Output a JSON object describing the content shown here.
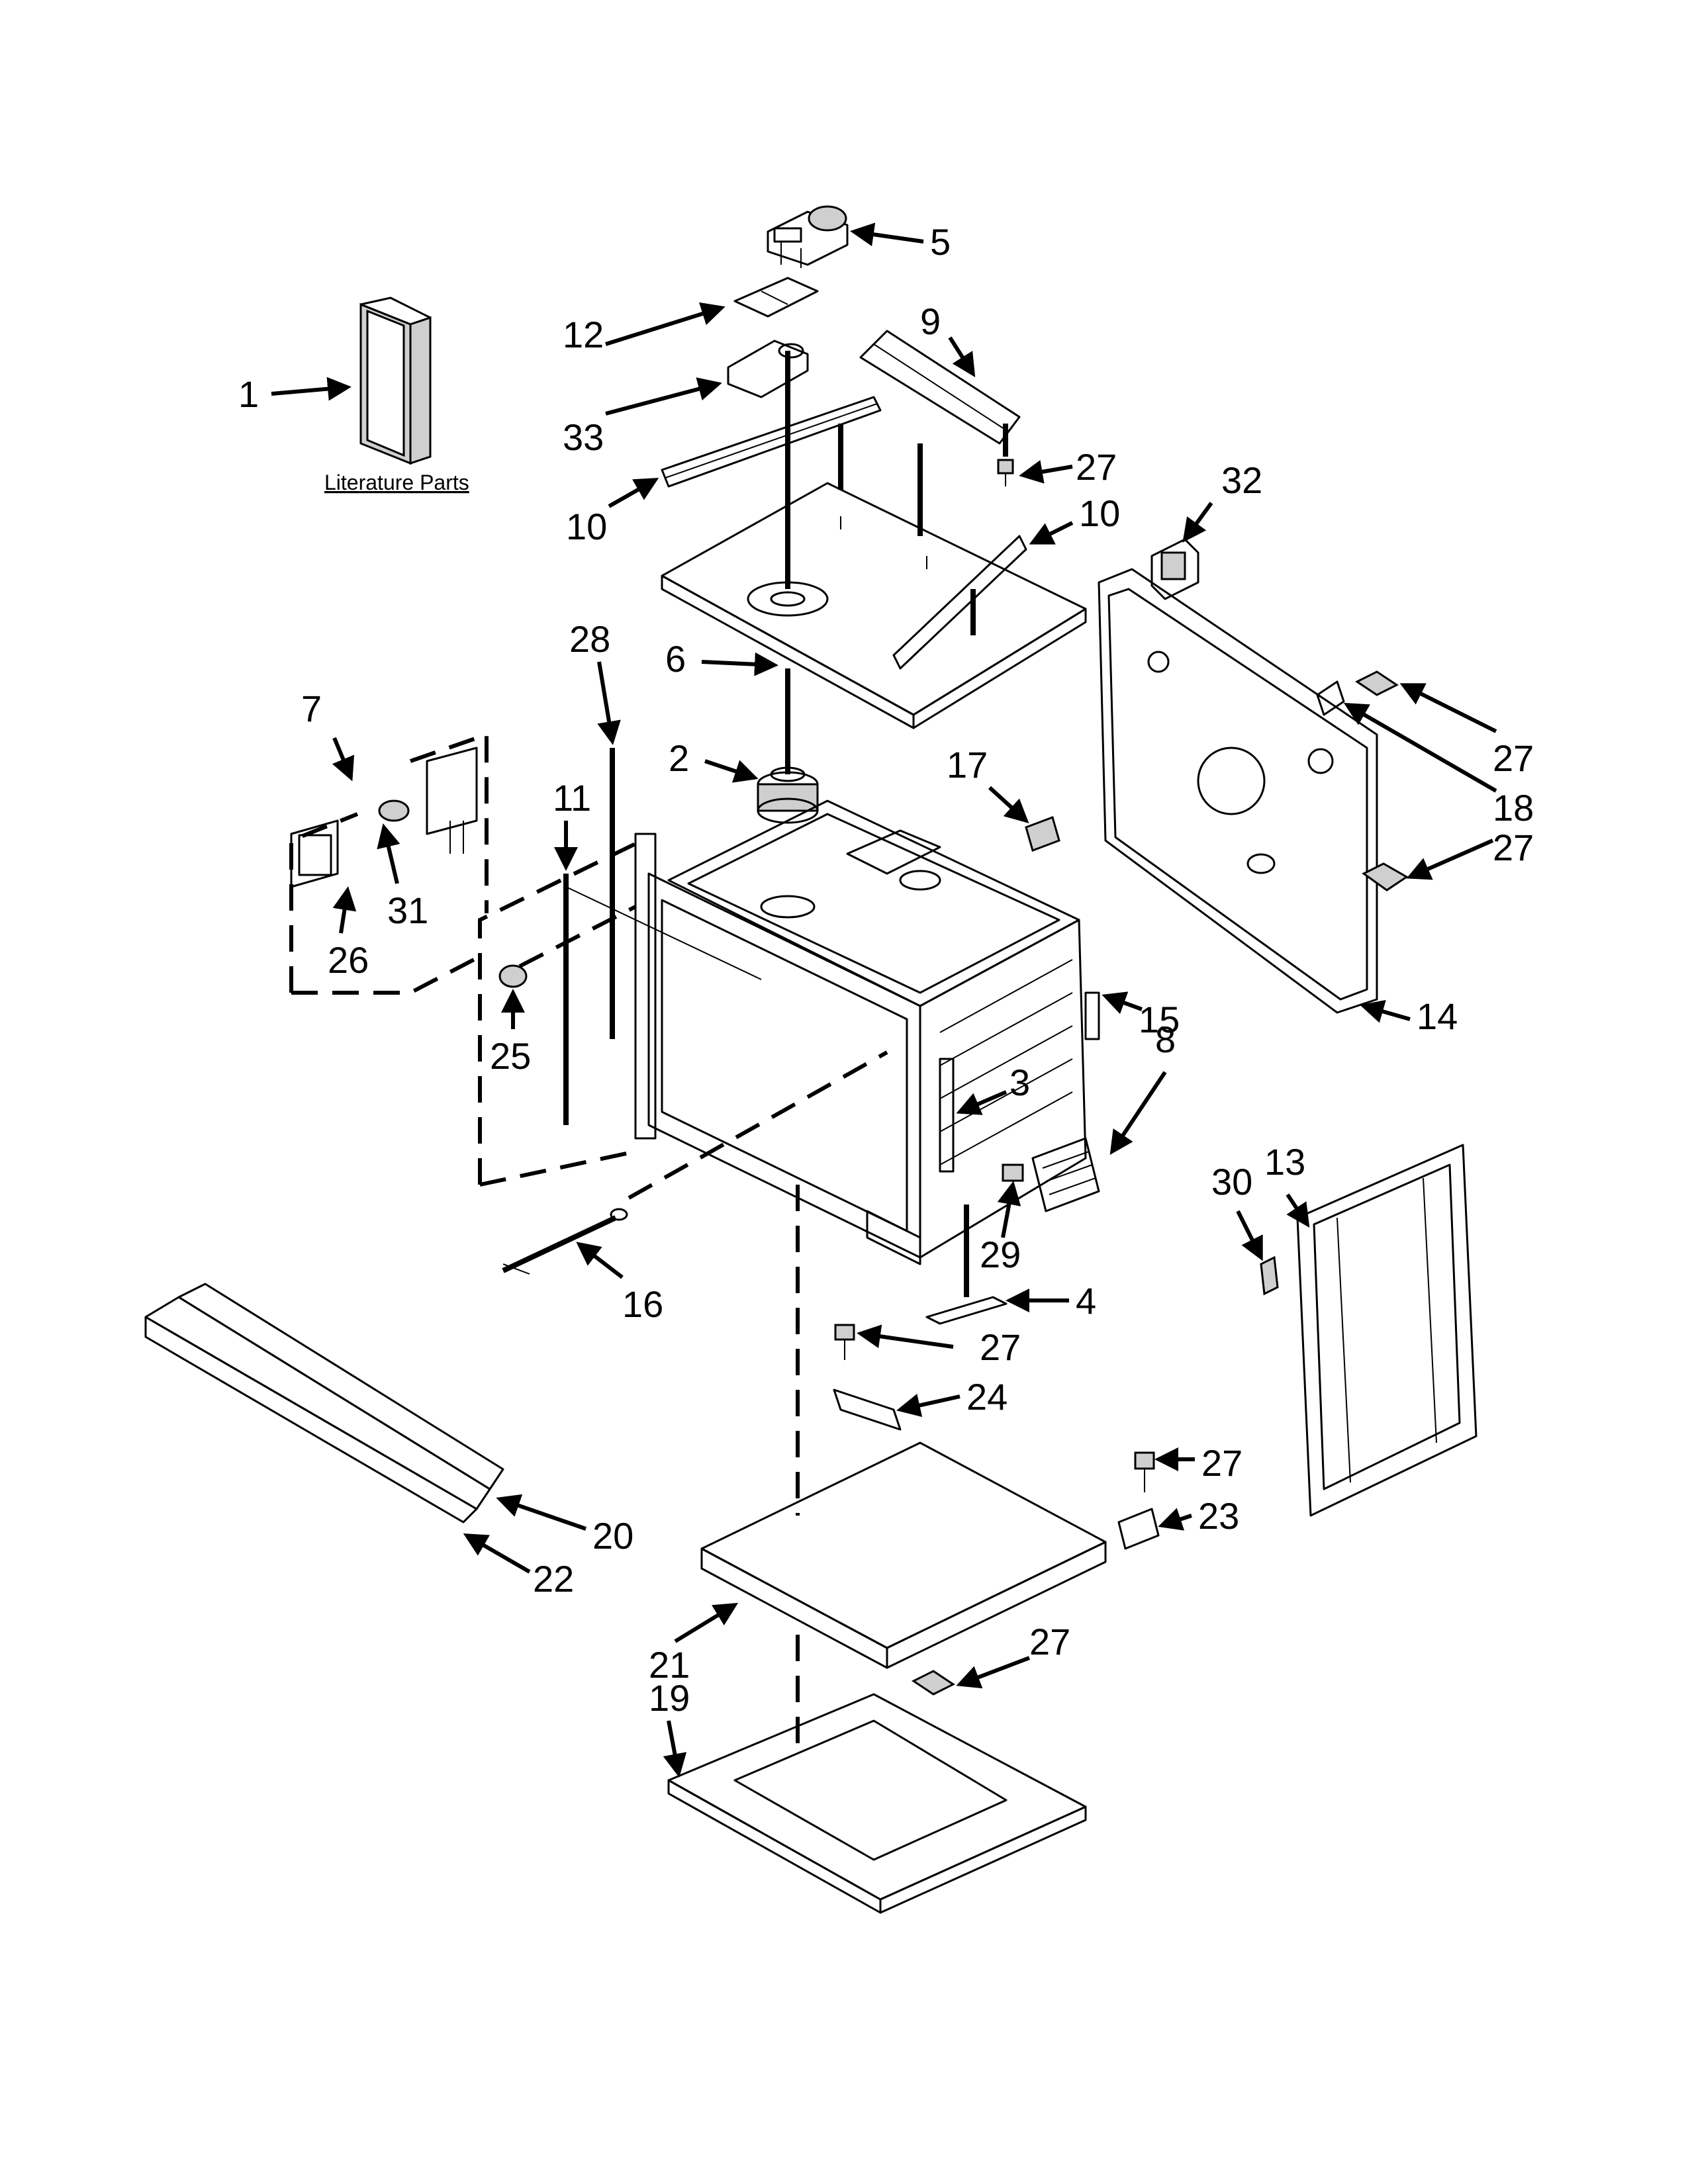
{
  "literature_label": "Literature Parts",
  "callouts": [
    "1",
    "2",
    "3",
    "4",
    "5",
    "6",
    "7",
    "8",
    "9",
    "10",
    "10",
    "11",
    "12",
    "13",
    "14",
    "15",
    "16",
    "17",
    "18",
    "19",
    "20",
    "21",
    "22",
    "23",
    "24",
    "25",
    "26",
    "27",
    "27",
    "27",
    "27",
    "27",
    "27",
    "28",
    "29",
    "30",
    "31",
    "32",
    "33"
  ]
}
